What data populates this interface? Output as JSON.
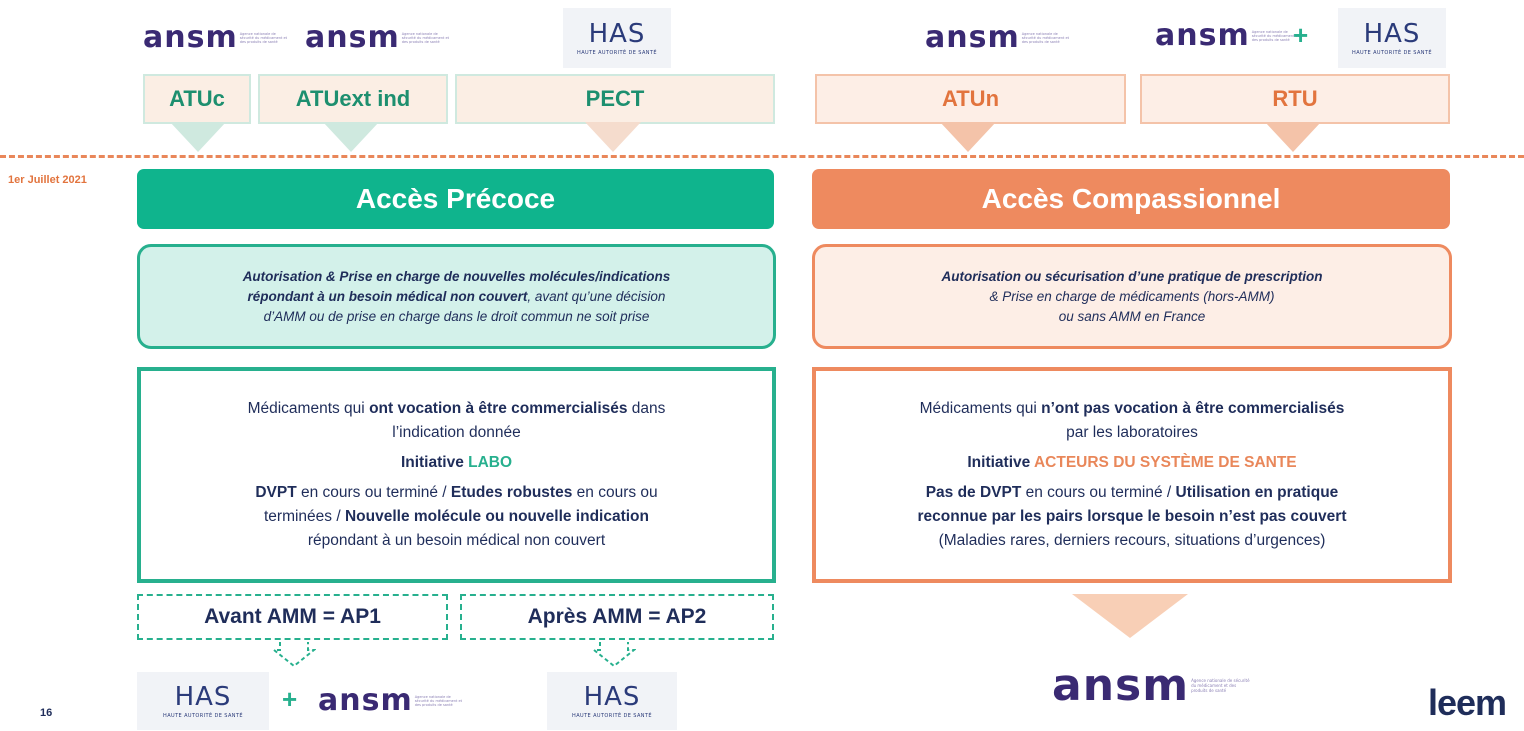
{
  "logos": {
    "ansm_text": "ansm",
    "ansm_tagline": "Agence nationale de sécurité du médicament et des produits de santé",
    "has_text": "HAS",
    "has_tagline": "HAUTE AUTORITÉ DE SANTÉ",
    "plus": "+"
  },
  "top_boxes": {
    "atuc": "ATUc",
    "atuext": "ATUext ind",
    "pect": "PECT",
    "atun": "ATUn",
    "rtu": "RTU"
  },
  "date_label": "1er Juillet 2021",
  "acces_precoce": {
    "title": "Accès Précoce",
    "desc_line1": "Autorisation & Prise en charge de nouvelles molécules/indications",
    "desc_line2_bold": "répondant à un besoin médical non couvert",
    "desc_line2_rest": ", avant qu’une décision",
    "desc_line3": "d’AMM ou de prise en charge dans le droit commun ne soit prise",
    "main_l1_a": "Médicaments qui ",
    "main_l1_b": "ont vocation à être commercialisés",
    "main_l1_c": " dans",
    "main_l2": "l’indication donnée",
    "initiative_label": "Initiative ",
    "initiative_value": "LABO",
    "dvpt_a": "DVPT",
    "dvpt_b": " en cours ou terminé / ",
    "dvpt_c": "Etudes robustes",
    "dvpt_d": " en cours ou",
    "dvpt_e": "terminées / ",
    "dvpt_f": "Nouvelle molécule ou nouvelle indication",
    "dvpt_g": "répondant à un besoin médical non couvert",
    "ap1": "Avant AMM = AP1",
    "ap2": "Après AMM = AP2"
  },
  "acces_compassionnel": {
    "title": "Accès Compassionnel",
    "desc_line1": "Autorisation ou sécurisation d’une pratique de prescription",
    "desc_line2": "& Prise en charge de médicaments (hors-AMM)",
    "desc_line3": "ou sans AMM en France",
    "main_l1_a": "Médicaments qui ",
    "main_l1_b": "n’ont pas vocation à être commercialisés",
    "main_l2": "par les laboratoires",
    "initiative_label": "Initiative ",
    "initiative_value": "ACTEURS DU SYSTÈME DE SANTE",
    "pas_a": "Pas de DVPT",
    "pas_b": " en cours ou terminé / ",
    "pas_c": "Utilisation en pratique",
    "pas_d": "reconnue par les pairs lorsque le besoin n’est pas couvert",
    "pas_e": "(Maladies rares, derniers recours, situations d’urgences)"
  },
  "page_number": "16",
  "brand": "leem",
  "colors": {
    "green": "#27b08e",
    "orange": "#e9875a",
    "navy": "#1f2d5a"
  }
}
